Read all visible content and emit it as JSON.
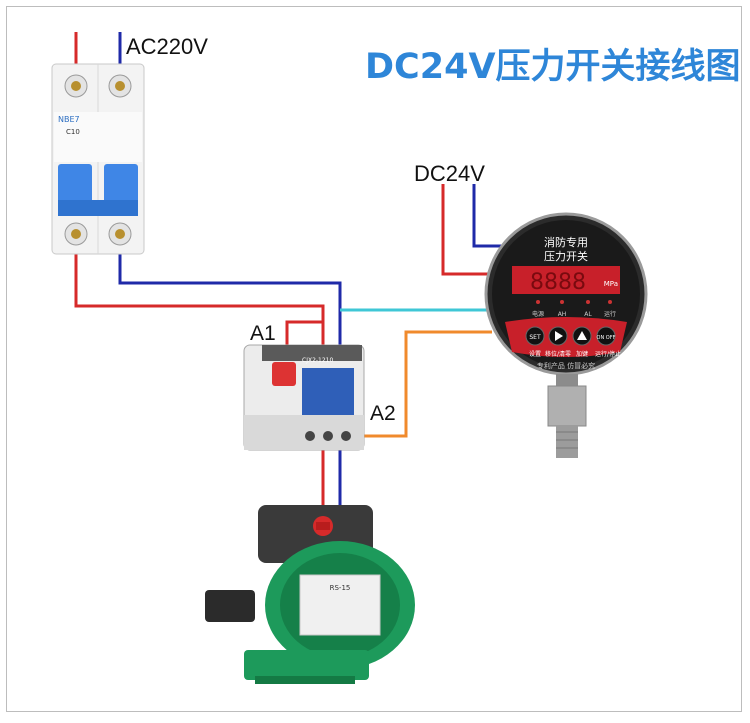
{
  "title": "DC24V压力开关接线图",
  "labels": {
    "ac": "AC220V",
    "dc": "DC24V",
    "a1": "A1",
    "a2": "A2"
  },
  "breaker": {
    "brand": "NBE7",
    "rating": "C10"
  },
  "gauge": {
    "line1": "消防专用",
    "line2": "压力开关",
    "unit": "MPa",
    "indicators": [
      "电源",
      "AH",
      "AL",
      "运行"
    ],
    "buttons": [
      "SET",
      "",
      "",
      "ON OFF"
    ],
    "button_captions": [
      "设置",
      "移位/清零",
      "加键",
      "运行/停止"
    ],
    "footer": "专利产品 仿冒必究"
  },
  "contactor": {
    "model": "CJX2-1210"
  },
  "pump": {
    "model": "RS-15"
  },
  "colors": {
    "title": "#2e86d8",
    "live": "#d62a2a",
    "neutral": "#1f2aa8",
    "cyan": "#3fc7d6",
    "orange": "#f08a2c",
    "breaker_blue": "#3f86e6",
    "pump_green": "#1d9a5b"
  },
  "icons": [
    "breaker-icon",
    "contactor-icon",
    "pressure-switch-icon",
    "pump-icon",
    "play-icon",
    "up-arrow-icon"
  ]
}
